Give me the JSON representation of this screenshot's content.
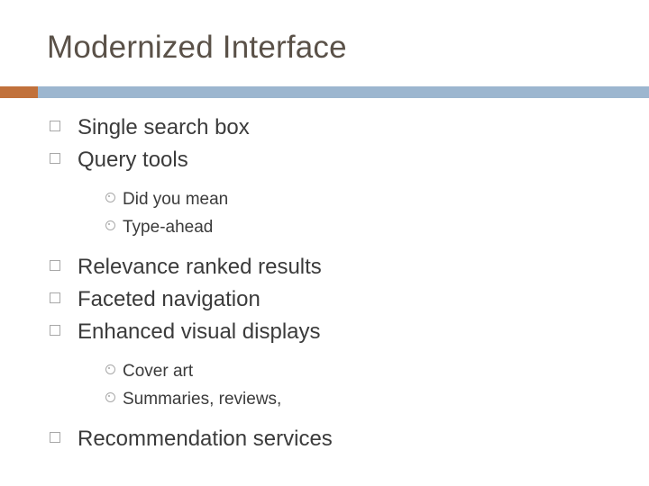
{
  "slide": {
    "title": "Modernized Interface",
    "accent_color": "#c1713b",
    "bar_color": "#9cb6cf",
    "title_color": "#5a5148",
    "bullets": [
      {
        "level": 1,
        "marker": "square-outline-bullet",
        "text": "Single search box"
      },
      {
        "level": 1,
        "marker": "square-outline-bullet",
        "text": "Query tools"
      },
      {
        "level": 2,
        "marker": "circle-dot-bullet",
        "text": "Did you mean"
      },
      {
        "level": 2,
        "marker": "circle-dot-bullet",
        "text": "Type-ahead"
      },
      {
        "level": 1,
        "marker": "square-outline-bullet",
        "text": "Relevance ranked results"
      },
      {
        "level": 1,
        "marker": "square-outline-bullet",
        "text": "Faceted navigation"
      },
      {
        "level": 1,
        "marker": "square-outline-bullet",
        "text": "Enhanced visual displays"
      },
      {
        "level": 2,
        "marker": "circle-dot-bullet",
        "text": "Cover art"
      },
      {
        "level": 2,
        "marker": "circle-dot-bullet",
        "text": "Summaries, reviews,"
      },
      {
        "level": 1,
        "marker": "square-outline-bullet",
        "text": "Recommendation services"
      }
    ]
  }
}
